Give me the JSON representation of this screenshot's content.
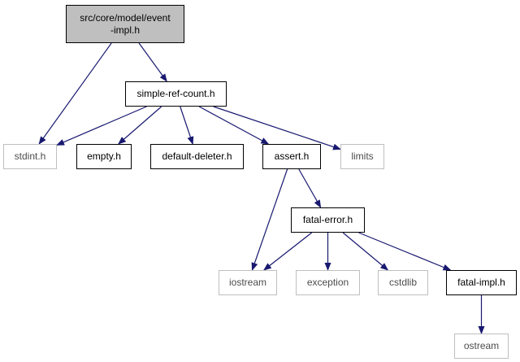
{
  "colors": {
    "edge": "#191970",
    "main_fill": "#bfbfbf",
    "local_border": "#000000",
    "system_border": "#bfbfbf",
    "system_text": "#4d4d4d"
  },
  "nodes": [
    {
      "id": "event-impl",
      "label_lines": [
        "src/core/model/event",
        "-impl.h"
      ],
      "kind": "main"
    },
    {
      "id": "simple-ref-count",
      "label_lines": [
        "simple-ref-count.h"
      ],
      "kind": "local"
    },
    {
      "id": "stdint",
      "label_lines": [
        "stdint.h"
      ],
      "kind": "system"
    },
    {
      "id": "empty",
      "label_lines": [
        "empty.h"
      ],
      "kind": "local"
    },
    {
      "id": "default-deleter",
      "label_lines": [
        "default-deleter.h"
      ],
      "kind": "local"
    },
    {
      "id": "assert",
      "label_lines": [
        "assert.h"
      ],
      "kind": "local"
    },
    {
      "id": "limits",
      "label_lines": [
        "limits"
      ],
      "kind": "system"
    },
    {
      "id": "fatal-error",
      "label_lines": [
        "fatal-error.h"
      ],
      "kind": "local"
    },
    {
      "id": "iostream",
      "label_lines": [
        "iostream"
      ],
      "kind": "system"
    },
    {
      "id": "exception",
      "label_lines": [
        "exception"
      ],
      "kind": "system"
    },
    {
      "id": "cstdlib",
      "label_lines": [
        "cstdlib"
      ],
      "kind": "system"
    },
    {
      "id": "fatal-impl",
      "label_lines": [
        "fatal-impl.h"
      ],
      "kind": "local"
    },
    {
      "id": "ostream",
      "label_lines": [
        "ostream"
      ],
      "kind": "system"
    }
  ],
  "edges": [
    {
      "from": "event-impl",
      "to": "stdint"
    },
    {
      "from": "event-impl",
      "to": "simple-ref-count"
    },
    {
      "from": "simple-ref-count",
      "to": "stdint"
    },
    {
      "from": "simple-ref-count",
      "to": "empty"
    },
    {
      "from": "simple-ref-count",
      "to": "default-deleter"
    },
    {
      "from": "simple-ref-count",
      "to": "assert"
    },
    {
      "from": "simple-ref-count",
      "to": "limits"
    },
    {
      "from": "assert",
      "to": "iostream"
    },
    {
      "from": "assert",
      "to": "fatal-error"
    },
    {
      "from": "fatal-error",
      "to": "iostream"
    },
    {
      "from": "fatal-error",
      "to": "exception"
    },
    {
      "from": "fatal-error",
      "to": "cstdlib"
    },
    {
      "from": "fatal-error",
      "to": "fatal-impl"
    },
    {
      "from": "fatal-impl",
      "to": "ostream"
    }
  ]
}
